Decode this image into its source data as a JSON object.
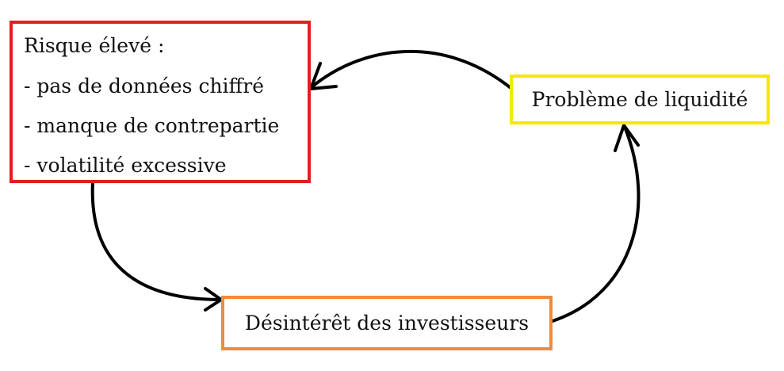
{
  "diagram": {
    "risk_box": {
      "lines": [
        "Risque élevé :",
        "- pas de données chiffré",
        "- manque de contrepartie",
        "- volatilité excessive"
      ],
      "border_color": "#e0201f"
    },
    "liquidity_box": {
      "label": "Problème de liquidité",
      "border_color": "#f5e800"
    },
    "disinterest_box": {
      "label": "Désintérêt des investisseurs",
      "border_color": "#f08a3c"
    },
    "arrow_color": "#000000",
    "connections": [
      {
        "from": "risk_box",
        "to": "disinterest_box"
      },
      {
        "from": "disinterest_box",
        "to": "liquidity_box"
      },
      {
        "from": "liquidity_box",
        "to": "risk_box"
      }
    ]
  }
}
